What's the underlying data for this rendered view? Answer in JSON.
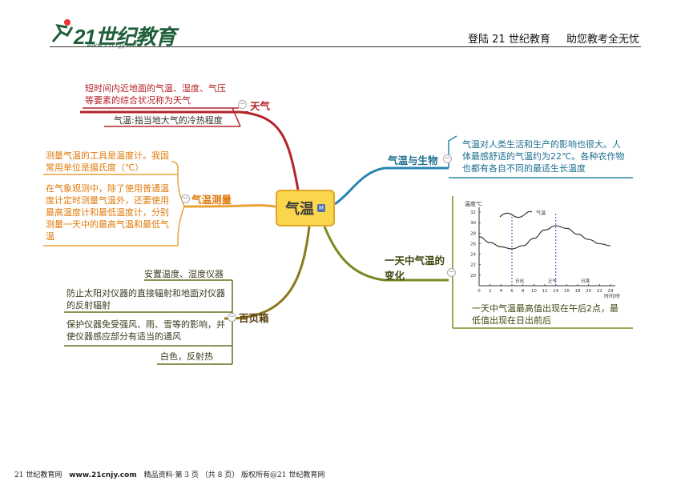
{
  "header": {
    "logo_text": "21世纪教育",
    "logo_url": "www.21cnjy.com",
    "right_text_1": "登陆 21 世纪教育",
    "right_text_2": "助您教考全无忧"
  },
  "center": {
    "label": "气温"
  },
  "branches": {
    "weather": {
      "label": "天气",
      "items": [
        "短时间内近地面的气温、湿度、气压等要素的综合状况称为天气",
        "气温:指当地大气的冷热程度"
      ]
    },
    "measure": {
      "label": "气温测量",
      "items": [
        "测量气温的工具是温度计。我国常用单位是摄氏度（℃）",
        "在气象观测中，除了使用普通温度计定时测量气温外，还要使用最高温度计和最低温度计，分别测量一天中的最高气温和最低气温"
      ]
    },
    "shutter": {
      "label": "百页箱",
      "items": [
        "安置温度、湿度仪器",
        "防止太阳对仪器的直接辐射和地面对仪器的反射辐射",
        "保护仪器免受强风、雨、雪等的影响，并使仪器感应部分有适当的通风",
        "白色，反射热"
      ]
    },
    "life": {
      "label": "气温与生物",
      "items": [
        "气温对人类生活和生产的影响也很大。人体最感舒适的气温约为22℃。各种农作物也都有各自不同的最适生长温度"
      ]
    },
    "daily": {
      "label": "一天中气温的变化",
      "items": [
        "一天中气温最高值出现在午后2点，最低值出现在日出前后"
      ]
    }
  },
  "chart_data": {
    "type": "line",
    "ylabel": "温度℃",
    "xlabel": "时间/时",
    "legend": "气温",
    "x_ticks": [
      0,
      2,
      4,
      6,
      8,
      10,
      12,
      14,
      16,
      18,
      20,
      22,
      24
    ],
    "y_ticks": [
      20,
      22,
      24,
      26,
      28,
      30,
      32
    ],
    "xlim": [
      0,
      24
    ],
    "ylim": [
      18,
      32
    ],
    "annotations": [
      {
        "x": 6,
        "label": "日出"
      },
      {
        "x": 12,
        "label": "正午"
      },
      {
        "x": 18,
        "label": "日落"
      }
    ],
    "x": [
      0,
      2,
      4,
      6,
      8,
      10,
      12,
      14,
      16,
      18,
      20,
      22,
      24
    ],
    "y": [
      27.3,
      26.2,
      25.4,
      25.0,
      25.6,
      27.0,
      28.6,
      29.4,
      28.9,
      27.8,
      26.8,
      26.0,
      25.6
    ]
  },
  "footer": {
    "left": "21 世纪教育网",
    "url": "www.21cnjy.com",
    "right": "精品资料·第 3 页 （共 8 页） 版权所有@21 世纪教育网"
  }
}
